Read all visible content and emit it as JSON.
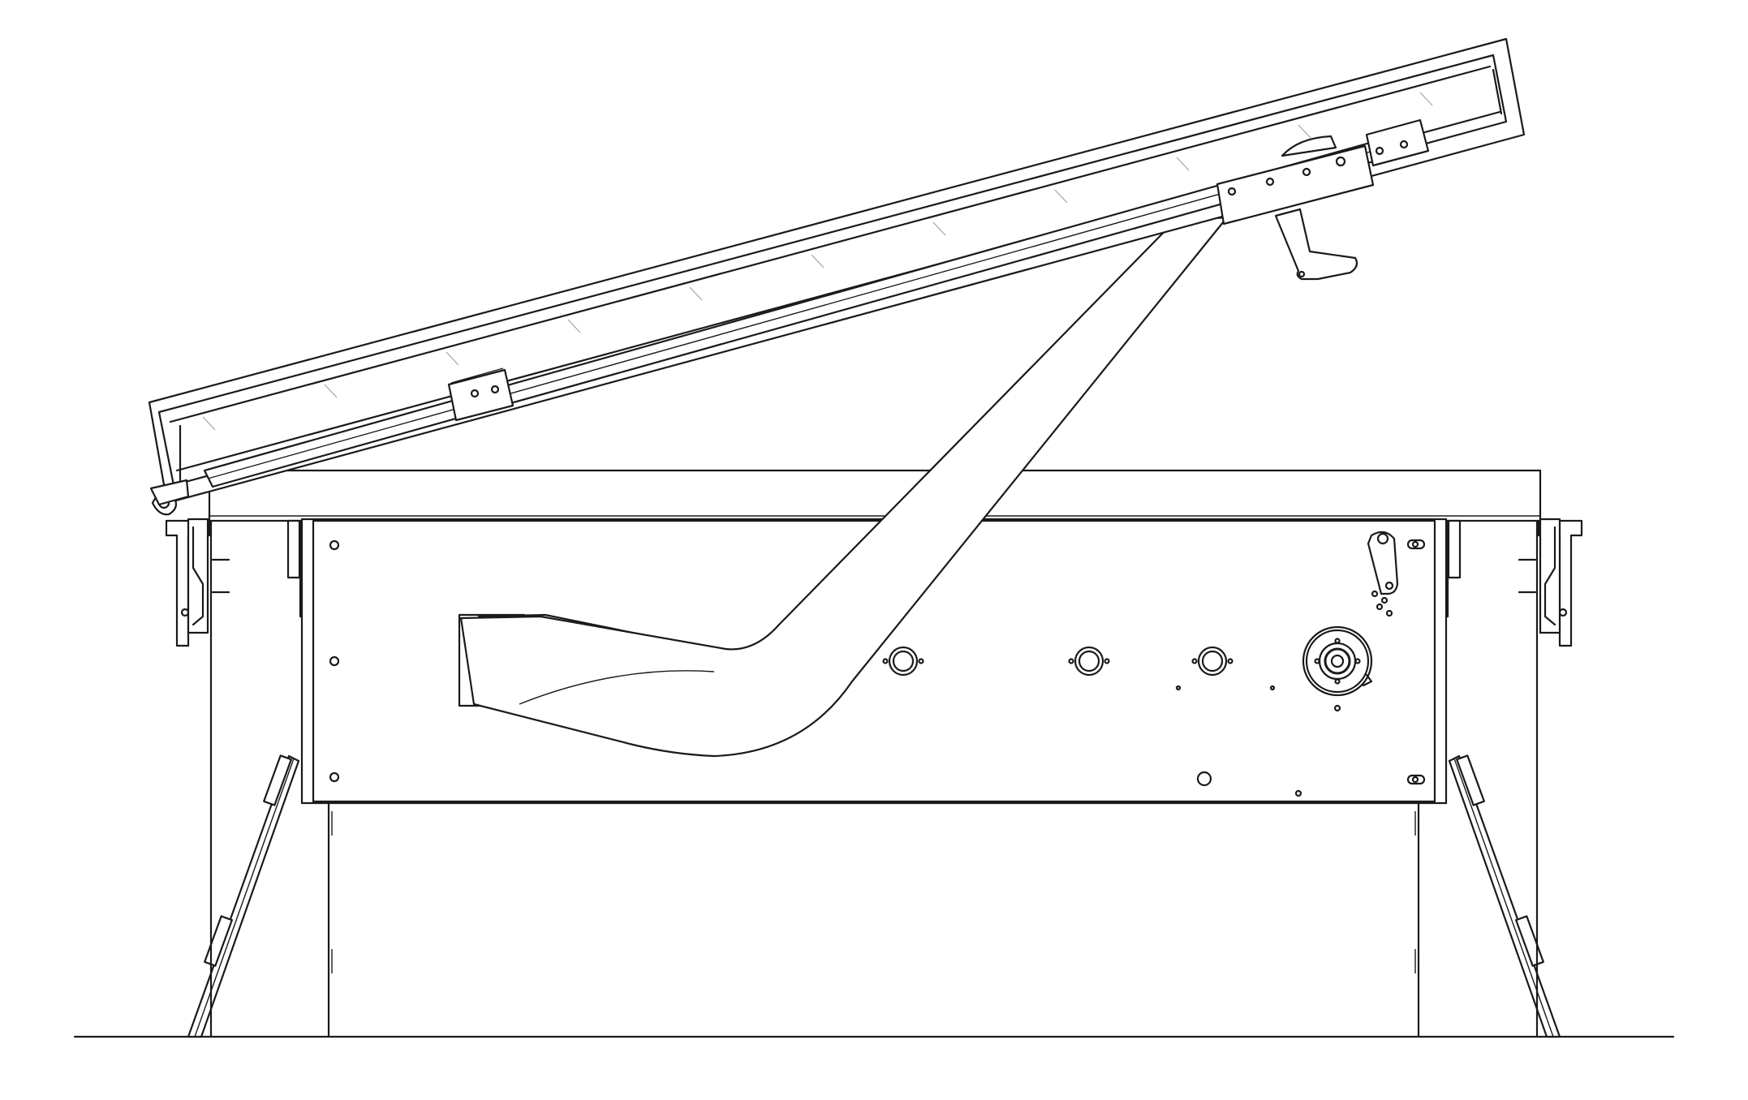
{
  "drawing": {
    "line_color": "#1a1a1a",
    "background": "#ffffff",
    "hatch_color": "#9a9a9a",
    "views": [
      "ground-line",
      "upstand-curb",
      "frame-top-rail",
      "mechanism-housing",
      "opening-lid",
      "support-arm",
      "gear-wheel",
      "hinge-latch"
    ]
  }
}
